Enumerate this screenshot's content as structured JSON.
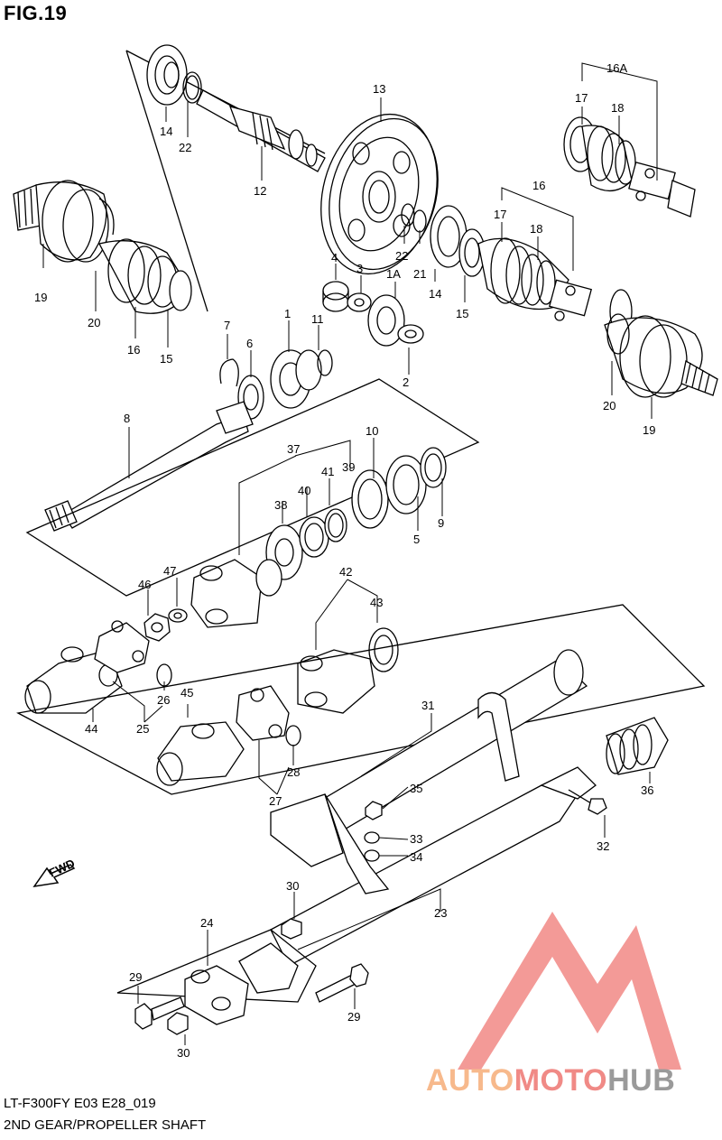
{
  "figure": {
    "title": "FIG.19",
    "model_code": "LT-F300FY E03 E28_019",
    "caption": "2ND GEAR/PROPELLER SHAFT",
    "fwd_label": "FWD"
  },
  "watermark": {
    "part1": "AUTO",
    "part2": "MOTO",
    "part3": "HUB",
    "colors": {
      "auto": "#f7b98c",
      "moto": "#f08a86",
      "hub": "#9a9a9a",
      "logo": "#f07b78"
    }
  },
  "callouts": {
    "c14a": "14",
    "c22a": "22",
    "c12": "12",
    "c13": "13",
    "c16a": "16A",
    "c17a": "17",
    "c18a": "18",
    "c19a": "19",
    "c20a": "20",
    "c16b": "16",
    "c15a": "15",
    "c4": "4",
    "c3": "3",
    "c1a": "1A",
    "c22b": "22",
    "c21": "21",
    "c14b": "14",
    "c15b": "15",
    "c17b": "17",
    "c18b": "18",
    "c16c": "16",
    "c20b": "20",
    "c19b": "19",
    "c7": "7",
    "c6": "6",
    "c1": "1",
    "c11": "11",
    "c2": "2",
    "c8": "8",
    "c37": "37",
    "c39": "39",
    "c10": "10",
    "c41": "41",
    "c40": "40",
    "c38": "38",
    "c9": "9",
    "c5": "5",
    "c47": "47",
    "c46": "46",
    "c42": "42",
    "c43": "43",
    "c26": "26",
    "c45": "45",
    "c44": "44",
    "c25": "25",
    "c31": "31",
    "c28": "28",
    "c27": "27",
    "c36": "36",
    "c35": "35",
    "c33": "33",
    "c34": "34",
    "c32": "32",
    "c30a": "30",
    "c24": "24",
    "c23": "23",
    "c29a": "29",
    "c29b": "29",
    "c30b": "30"
  }
}
